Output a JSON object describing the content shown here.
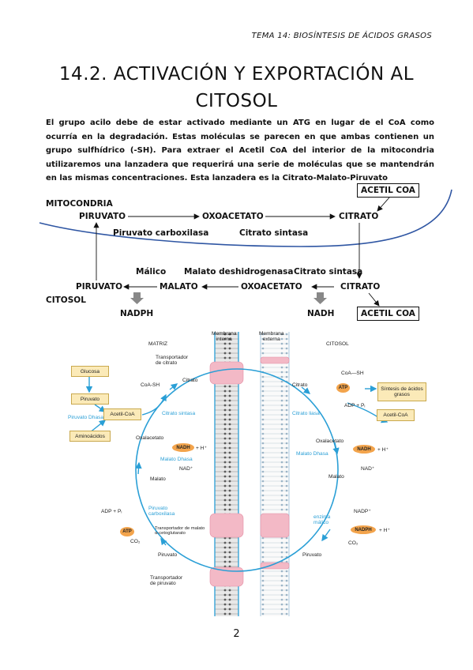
{
  "header": "TEMA 14: BIOSÍNTESIS DE ÁCIDOS GRASOS",
  "title_line1": "14.2. ACTIVACIÓN Y EXPORTACIÓN AL",
  "title_line2": "CITOSOL",
  "paragraph": "El grupo acilo debe de estar activado mediante un ATG en lugar de el CoA como ocurría en la degradación. Estas moléculas se parecen en que ambas contienen un grupo sulfhídrico (-SH). Para extraer el Acetil CoA del interior de la mitocondria utilizaremos una lanzadera que requerirá una serie de moléculas que se mantendrán en las mismas concentraciones. Esta lanzadera es la Citrato-Malato-Piruvato",
  "scheme": {
    "acetil_coa_top": "ACETIL COA",
    "mitocondria": "MITOCONDRIA",
    "piruvato_top": "PIRUVATO",
    "oxoacetato_top": "OXOACETATO",
    "citrato_top": "CITRATO",
    "piruvato_carboxilasa": "Piruvato carboxilasa",
    "citrato_sintasa_top": "Citrato sintasa",
    "malico": "Málico",
    "malato_deshidrogenasa": "Malato deshidrogenasa",
    "citrato_sintasa_bottom": "Citrato sintasa",
    "piruvato_bottom": "PIRUVATO",
    "malato": "MALATO",
    "oxoacetato_bottom": "OXOACETATO",
    "citrato_bottom": "CITRATO",
    "citosol": "CITOSOL",
    "nadph": "NADPH",
    "nadh": "NADH",
    "acetil_coa_bottom": "ACETIL COA"
  },
  "figure": {
    "matriz": "MATRIZ",
    "citosol": "CITOSOL",
    "membrana_interna": "Membrana\ninterna",
    "membrana_externa": "Membrana\nexterna",
    "transportador_citrato": "Transportador\nde citrato",
    "transportador_malato": "Transportador de malato\nα-cetoglutarato",
    "transportador_piruvato": "Transportador\nde piruvato",
    "glucosa": "Glucosa",
    "piruvato_box": "Piruvato",
    "piruvato_dhasa": "Piruvato Dhasa",
    "acetil_coa_left": "Acetil-CoA",
    "aminoacidos": "Aminoácidos",
    "coa_sh_left": "CoA-SH",
    "citrato_left": "Citrato",
    "citrato_sintasa": "Citrato sintasa",
    "oxalacetato_left": "Oxalacetato",
    "nadh_left": "NADH",
    "h_left": "+ H⁺",
    "malato_dhasa_left": "Malato Dhasa",
    "nad_left": "NAD⁺",
    "malato_left": "Malato",
    "adp_pi_left": "ADP + Pᵢ",
    "piruvato_carboxilasa": "Piruvato\ncarboxilasa",
    "atp_left": "ATP",
    "co2_left": "CO₂",
    "piruvato_left": "Piruvato",
    "citrato_right": "Citrato",
    "coa_sh_right": "CoA—SH",
    "atp_right": "ATP",
    "adp_pi_right": "ADP + Pᵢ",
    "citrato_liasa": "Citrato liasa",
    "sintesis_acidos": "Síntesis de ácidos\ngrasos",
    "acetil_coa_right": "Acetil-CoA",
    "oxalacetato_right": "Oxalacetato",
    "nadh_right": "NADH",
    "h_right": "+ H⁺",
    "malato_dhasa_right": "Malato Dhasa",
    "nad_right": "NAD⁺",
    "malato_right": "Malato",
    "nadp_right": "NADP⁺",
    "enzima_malico": "enzima\nmálico",
    "nadph_right": "NADPH",
    "h_right2": "+ H⁺",
    "co2_right": "CO₂",
    "piruvato_right": "Piruvato"
  },
  "page_number": "2"
}
